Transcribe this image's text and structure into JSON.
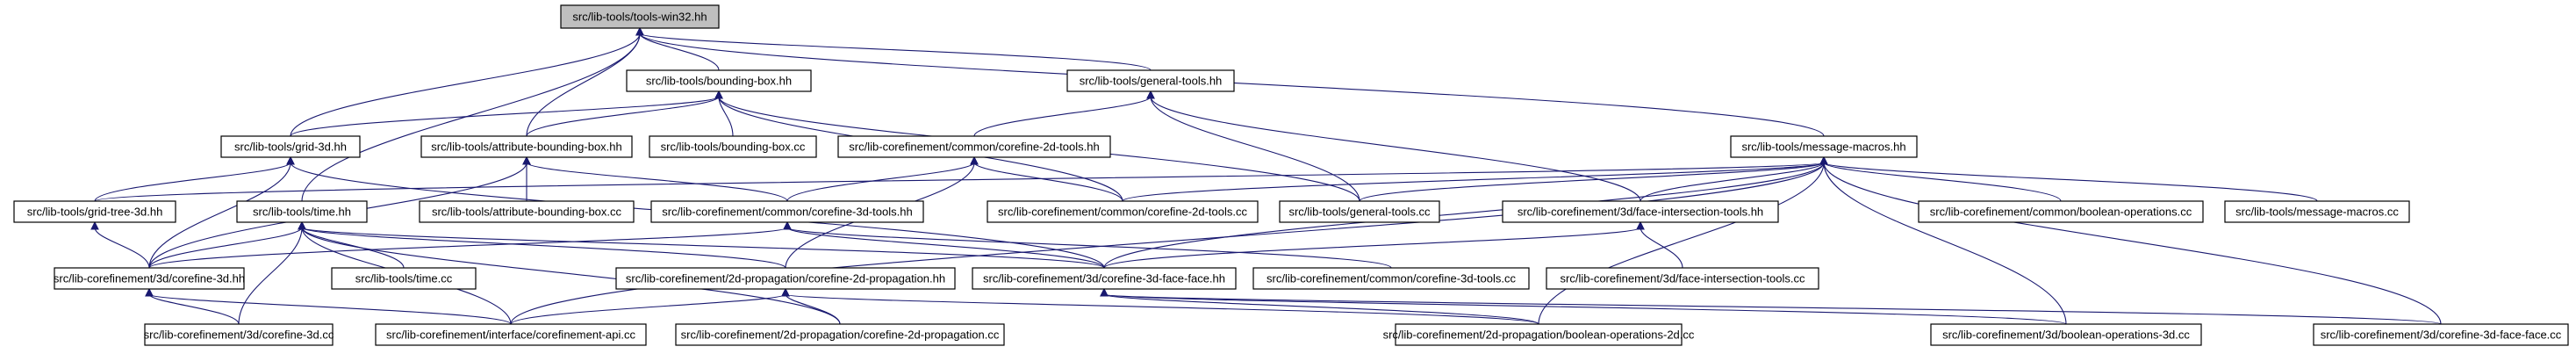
{
  "nodes": [
    {
      "id": "n0",
      "label": "src/lib-tools/tools-win32.hh",
      "root": true
    },
    {
      "id": "n1",
      "label": "src/lib-tools/bounding-box.hh"
    },
    {
      "id": "n2",
      "label": "src/lib-tools/general-tools.hh"
    },
    {
      "id": "n3",
      "label": "src/lib-tools/grid-3d.hh"
    },
    {
      "id": "n4",
      "label": "src/lib-tools/attribute-bounding-box.hh"
    },
    {
      "id": "n5",
      "label": "src/lib-tools/bounding-box.cc"
    },
    {
      "id": "n6",
      "label": "src/lib-corefinement/common/corefine-2d-tools.hh"
    },
    {
      "id": "n7",
      "label": "src/lib-tools/message-macros.hh"
    },
    {
      "id": "n8",
      "label": "src/lib-tools/grid-tree-3d.hh"
    },
    {
      "id": "n9",
      "label": "src/lib-tools/time.hh"
    },
    {
      "id": "n10",
      "label": "src/lib-tools/attribute-bounding-box.cc"
    },
    {
      "id": "n11",
      "label": "src/lib-corefinement/common/corefine-3d-tools.hh"
    },
    {
      "id": "n12",
      "label": "src/lib-corefinement/common/corefine-2d-tools.cc"
    },
    {
      "id": "n13",
      "label": "src/lib-tools/general-tools.cc"
    },
    {
      "id": "n14",
      "label": "src/lib-corefinement/3d/face-intersection-tools.hh"
    },
    {
      "id": "n15",
      "label": "src/lib-corefinement/common/boolean-operations.cc"
    },
    {
      "id": "n16",
      "label": "src/lib-tools/message-macros.cc"
    },
    {
      "id": "n17",
      "label": "src/lib-corefinement/3d/corefine-3d.hh"
    },
    {
      "id": "n18",
      "label": "src/lib-tools/time.cc"
    },
    {
      "id": "n19",
      "label": "src/lib-corefinement/2d-propagation/corefine-2d-propagation.hh"
    },
    {
      "id": "n20",
      "label": "src/lib-corefinement/3d/corefine-3d-face-face.hh"
    },
    {
      "id": "n21",
      "label": "src/lib-corefinement/common/corefine-3d-tools.cc"
    },
    {
      "id": "n22",
      "label": "src/lib-corefinement/3d/face-intersection-tools.cc"
    },
    {
      "id": "n23",
      "label": "src/lib-corefinement/3d/corefine-3d.cc"
    },
    {
      "id": "n24",
      "label": "src/lib-corefinement/interface/corefinement-api.cc"
    },
    {
      "id": "n25",
      "label": "src/lib-corefinement/2d-propagation/corefine-2d-propagation.cc"
    },
    {
      "id": "n26",
      "label": "src/lib-corefinement/2d-propagation/boolean-operations-2d.cc"
    },
    {
      "id": "n27",
      "label": "src/lib-corefinement/3d/boolean-operations-3d.cc"
    },
    {
      "id": "n28",
      "label": "src/lib-corefinement/3d/corefine-3d-face-face.cc"
    }
  ],
  "edges": [
    [
      "n1",
      "n0"
    ],
    [
      "n2",
      "n0"
    ],
    [
      "n3",
      "n0"
    ],
    [
      "n4",
      "n0"
    ],
    [
      "n7",
      "n0"
    ],
    [
      "n9",
      "n0"
    ],
    [
      "n3",
      "n1"
    ],
    [
      "n4",
      "n1"
    ],
    [
      "n5",
      "n1"
    ],
    [
      "n12",
      "n1"
    ],
    [
      "n13",
      "n1"
    ],
    [
      "n6",
      "n2"
    ],
    [
      "n13",
      "n2"
    ],
    [
      "n14",
      "n2"
    ],
    [
      "n8",
      "n3"
    ],
    [
      "n17",
      "n3"
    ],
    [
      "n20",
      "n3"
    ],
    [
      "n10",
      "n4"
    ],
    [
      "n11",
      "n4"
    ],
    [
      "n17",
      "n4"
    ],
    [
      "n11",
      "n6"
    ],
    [
      "n12",
      "n6"
    ],
    [
      "n19",
      "n6"
    ],
    [
      "n8",
      "n7"
    ],
    [
      "n12",
      "n7"
    ],
    [
      "n13",
      "n7"
    ],
    [
      "n14",
      "n7"
    ],
    [
      "n15",
      "n7"
    ],
    [
      "n16",
      "n7"
    ],
    [
      "n20",
      "n7"
    ],
    [
      "n24",
      "n7"
    ],
    [
      "n26",
      "n7"
    ],
    [
      "n27",
      "n7"
    ],
    [
      "n28",
      "n7"
    ],
    [
      "n17",
      "n8"
    ],
    [
      "n17",
      "n9"
    ],
    [
      "n18",
      "n9"
    ],
    [
      "n19",
      "n9"
    ],
    [
      "n20",
      "n9"
    ],
    [
      "n23",
      "n9"
    ],
    [
      "n24",
      "n9"
    ],
    [
      "n25",
      "n9"
    ],
    [
      "n17",
      "n11"
    ],
    [
      "n20",
      "n11"
    ],
    [
      "n21",
      "n11"
    ],
    [
      "n20",
      "n14"
    ],
    [
      "n22",
      "n14"
    ],
    [
      "n23",
      "n17"
    ],
    [
      "n24",
      "n17"
    ],
    [
      "n24",
      "n19"
    ],
    [
      "n25",
      "n19"
    ],
    [
      "n26",
      "n19"
    ],
    [
      "n26",
      "n20"
    ],
    [
      "n27",
      "n20"
    ],
    [
      "n28",
      "n20"
    ]
  ],
  "colors": {
    "edge": "#191970",
    "root_fill": "#bfbfbf",
    "node_fill": "#ffffff",
    "border": "#000000"
  }
}
